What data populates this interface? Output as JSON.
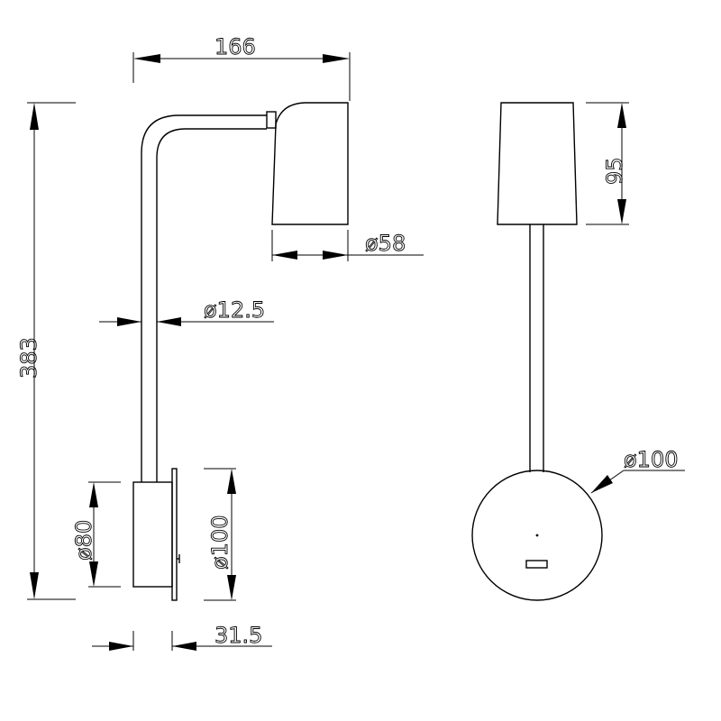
{
  "dimensions": {
    "width": "166",
    "shade_diameter": "ø58",
    "arm_diameter": "ø12.5",
    "total_height": "383",
    "base_inner_diameter": "ø80",
    "base_outer_diameter": "ø100",
    "base_depth": "31.5",
    "shade_height": "95",
    "front_base_diameter": "ø100"
  }
}
